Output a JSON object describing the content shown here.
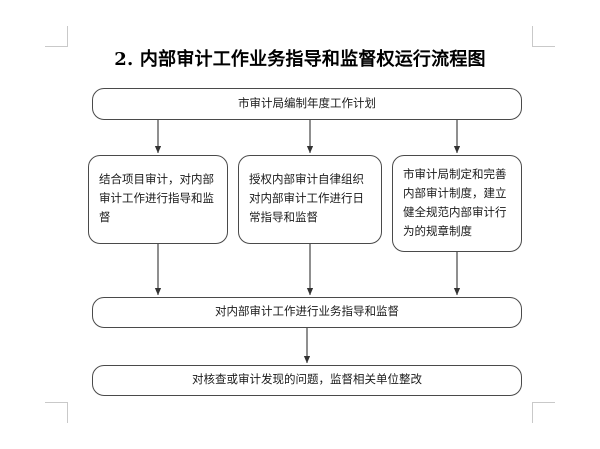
{
  "document": {
    "title": "2. 内部审计工作业务指导和监督权运行流程图"
  },
  "chart_data": {
    "type": "diagram",
    "title": "2. 内部审计工作业务指导和监督权运行流程图",
    "nodes": [
      {
        "id": "plan",
        "label": "市审计局编制年度工作计划",
        "shape": "rounded-rect",
        "row": 1
      },
      {
        "id": "project",
        "label": "结合项目审计，对内部审计工作进行指导和监督",
        "shape": "rounded-rect",
        "row": 2
      },
      {
        "id": "selfreg",
        "label": "授权内部审计自律组织对内部审计工作进行日常指导和监督",
        "shape": "rounded-rect",
        "row": 2
      },
      {
        "id": "system",
        "label": "市审计局制定和完善内部审计制度，建立健全规范内部审计行为的规章制度",
        "shape": "rounded-rect",
        "row": 2
      },
      {
        "id": "guidance",
        "label": "对内部审计工作进行业务指导和监督",
        "shape": "rounded-rect",
        "row": 3
      },
      {
        "id": "rectify",
        "label": "对核查或审计发现的问题，监督相关单位整改",
        "shape": "rounded-rect",
        "row": 4
      }
    ],
    "edges": [
      {
        "from": "plan",
        "to": "project",
        "style": "arrow-down"
      },
      {
        "from": "plan",
        "to": "selfreg",
        "style": "arrow-down"
      },
      {
        "from": "plan",
        "to": "system",
        "style": "arrow-down"
      },
      {
        "from": "project",
        "to": "guidance",
        "style": "arrow-down"
      },
      {
        "from": "selfreg",
        "to": "guidance",
        "style": "arrow-down"
      },
      {
        "from": "system",
        "to": "guidance",
        "style": "arrow-down"
      },
      {
        "from": "guidance",
        "to": "rectify",
        "style": "arrow-down"
      }
    ],
    "colors": {
      "node_border": "#4a4a4a",
      "node_fill": "#ffffff",
      "connector": "#333333",
      "text": "#1a1a1a",
      "page_background": "#ffffff",
      "crop_mark": "#c9c9c9"
    }
  }
}
